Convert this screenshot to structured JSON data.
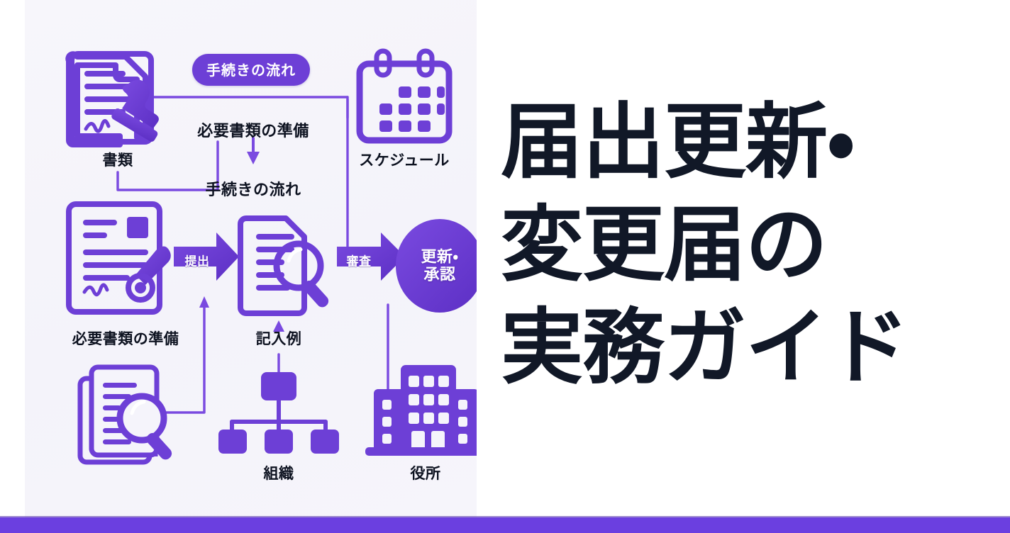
{
  "theme": {
    "accent": "#6d3fd6",
    "accent_dark": "#5a2fc2",
    "panel_bg": "#f5f4fb",
    "text_dark": "#111827",
    "bar": "#6b3fe0"
  },
  "headline": {
    "lines": [
      "届出更新・",
      "変更届の",
      "実務ガイド"
    ],
    "full_text": "届出更新・変更届の実務ガイド"
  },
  "diagram": {
    "badge": "手続きの流れ",
    "flow_note_top": "必要書類の準備",
    "flow_note_bottom": "手続きの流れ",
    "arrow_tags": {
      "submit": "提出",
      "review": "審査"
    },
    "result_circle": {
      "line1": "更新・",
      "line2": "承認"
    },
    "icons": [
      {
        "key": "document-stamp",
        "caption": "書類"
      },
      {
        "key": "calendar",
        "caption": "スケジュール"
      },
      {
        "key": "document-signed",
        "caption": "必要書類の準備"
      },
      {
        "key": "document-magnifier",
        "caption": "記入例"
      },
      {
        "key": "documents-search",
        "caption": ""
      },
      {
        "key": "org-chart",
        "caption": "組織"
      },
      {
        "key": "government-building",
        "caption": "役所"
      }
    ]
  }
}
